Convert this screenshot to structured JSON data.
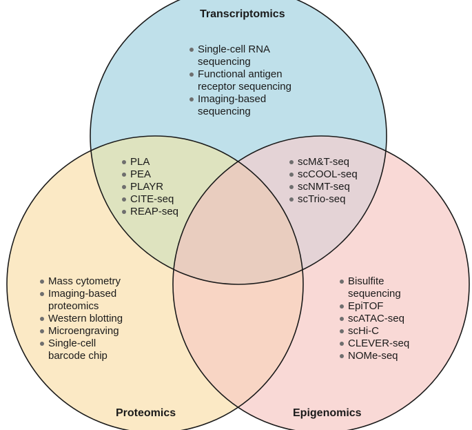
{
  "colors": {
    "transcriptomics_fill": "#bfe0ea",
    "proteomics_fill": "#fbe9c5",
    "epigenomics_fill": "#f9d9d6",
    "outline": "#1a1a1a",
    "bullet": "#6e6e6e"
  },
  "sets": {
    "transcriptomics": {
      "title": "Transcriptomics",
      "items": [
        "Single-cell RNA\nsequencing",
        "Functional antigen\nreceptor sequencing",
        "Imaging-based\nsequencing"
      ]
    },
    "proteomics": {
      "title": "Proteomics",
      "items": [
        "Mass cytometry",
        "Imaging-based\nproteomics",
        "Western blotting",
        "Microengraving",
        "Single-cell\nbarcode chip"
      ]
    },
    "epigenomics": {
      "title": "Epigenomics",
      "items": [
        "Bisulfite\nsequencing",
        "EpiTOF",
        "scATAC-seq",
        "scHi-C",
        "CLEVER-seq",
        "NOMe-seq"
      ]
    }
  },
  "overlaps": {
    "transcriptomics_proteomics": {
      "items": [
        "PLA",
        "PEA",
        "PLAYR",
        "CITE-seq",
        "REAP-seq"
      ]
    },
    "transcriptomics_epigenomics": {
      "items": [
        "scM&T-seq",
        "scCOOL-seq",
        "scNMT-seq",
        "scTrio-seq"
      ]
    }
  }
}
